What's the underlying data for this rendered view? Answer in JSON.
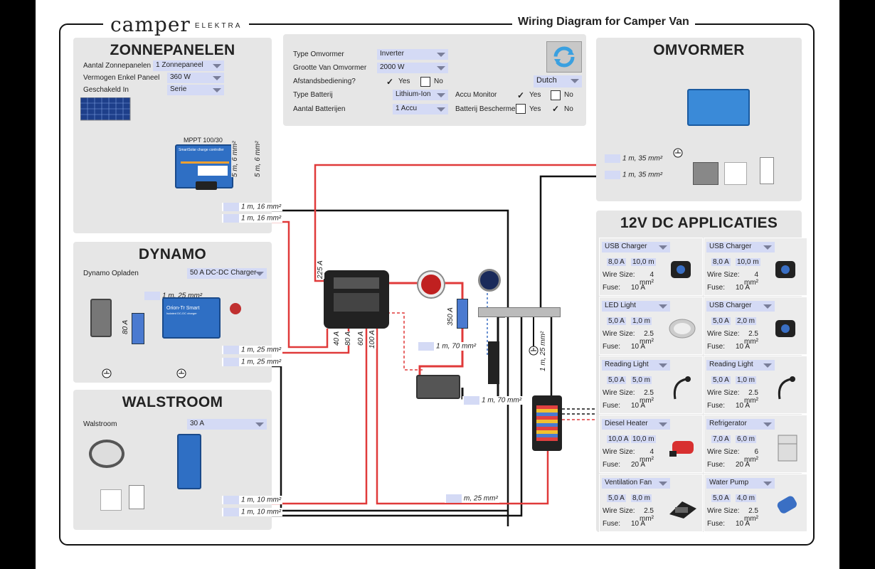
{
  "header": {
    "logo": "camper",
    "logo_sub": "ELEKTRA",
    "title": "Wiring Diagram for Camper Van"
  },
  "config": {
    "type_omvormer": {
      "label": "Type Omvormer",
      "value": "Inverter"
    },
    "grootte": {
      "label": "Grootte Van Omvormer",
      "value": "2000 W"
    },
    "afstand": {
      "label": "Afstandsbediening?",
      "yes": "Yes",
      "no": "No"
    },
    "language": "Dutch",
    "type_batterij": {
      "label": "Type Batterij",
      "value": "Lithium-Ion"
    },
    "aantal_batterijen": {
      "label": "Aantal Batterijen",
      "value": "1 Accu"
    },
    "accu_monitor": {
      "label": "Accu Monitor",
      "yes": "Yes",
      "no": "No"
    },
    "batterij_beschermen": {
      "label": "Batterij Beschermen",
      "yes": "Yes",
      "no": "No"
    }
  },
  "zonnepanelen": {
    "title": "ZONNEPANELEN",
    "rows": [
      {
        "label": "Aantal Zonnepanelen",
        "value": "1 Zonnepaneel"
      },
      {
        "label": "Vermogen Enkel Paneel",
        "value": "360 W"
      },
      {
        "label": "Geschakeld In",
        "value": "Serie"
      }
    ],
    "mppt": "MPPT 100/30",
    "mppt_brand": "SmartSolar charge controller",
    "wire_v1": "5 m, 6 mm²",
    "wire_v2": "5 m, 6 mm²",
    "wire_a": "1 m, 16 mm²",
    "wire_b": "1 m, 16 mm²"
  },
  "dynamo": {
    "title": "DYNAMO",
    "label": "Dynamo Opladen",
    "value": "50 A DC-DC Charger",
    "wire_top": "1 m, 25 mm²",
    "fuse": "80 A",
    "charger": "Orion-Tr Smart",
    "charger_sub": "Isolated DC-DC charger",
    "wire_a": "1 m, 25 mm²",
    "wire_b": "1 m, 25 mm²"
  },
  "walstroom": {
    "title": "WALSTROOM",
    "label": "Walstroom",
    "value": "30 A",
    "wire_a": "1 m, 10 mm²",
    "wire_b": "1 m, 10 mm²"
  },
  "omvormer": {
    "title": "OMVORMER",
    "wire_a": "1 m, 35 mm²",
    "wire_b": "1 m, 35 mm²"
  },
  "center": {
    "busbar_fuses": [
      "40 A",
      "80 A",
      "60 A",
      "100 A"
    ],
    "main_fuse": "225 A",
    "battery_fuse": "350 A",
    "wire_battery": "1 m, 70 mm²",
    "wire_battery2": "1 m, 70 mm²",
    "wire_dist": "1 m, 25 mm²",
    "wire_bottom": "m, 25 mm²"
  },
  "dc": {
    "title": "12V DC APPLICATIES",
    "wire_size_label": "Wire Size:",
    "fuse_label": "Fuse:",
    "cards": [
      {
        "name": "USB Charger",
        "amp": "8,0 A",
        "len": "10,0 m",
        "size": "4 mm²",
        "fuse": "10 A",
        "icon": "usb-charger-icon"
      },
      {
        "name": "USB Charger",
        "amp": "8,0 A",
        "len": "10,0 m",
        "size": "4 mm²",
        "fuse": "10 A",
        "icon": "usb-charger-icon"
      },
      {
        "name": "LED Light",
        "amp": "5,0 A",
        "len": "1,0 m",
        "size": "2.5 mm²",
        "fuse": "10 A",
        "icon": "led-light-icon"
      },
      {
        "name": "USB Charger",
        "amp": "5,0 A",
        "len": "2,0 m",
        "size": "2.5 mm²",
        "fuse": "10 A",
        "icon": "usb-charger-icon"
      },
      {
        "name": "Reading Light",
        "amp": "5,0 A",
        "len": "5,0 m",
        "size": "2.5 mm²",
        "fuse": "10 A",
        "icon": "reading-light-icon"
      },
      {
        "name": "Reading Light",
        "amp": "5,0 A",
        "len": "1,0 m",
        "size": "2.5 mm²",
        "fuse": "10 A",
        "icon": "reading-light-icon"
      },
      {
        "name": "Diesel Heater",
        "amp": "10,0 A",
        "len": "10,0 m",
        "size": "4 mm²",
        "fuse": "20 A",
        "icon": "diesel-heater-icon"
      },
      {
        "name": "Refrigerator",
        "amp": "7,0 A",
        "len": "6,0 m",
        "size": "6 mm²",
        "fuse": "20 A",
        "icon": "refrigerator-icon"
      },
      {
        "name": "Ventilation Fan",
        "amp": "5,0 A",
        "len": "8,0 m",
        "size": "2.5 mm²",
        "fuse": "10 A",
        "icon": "ventilation-fan-icon"
      },
      {
        "name": "Water Pump",
        "amp": "5,0 A",
        "len": "4,0 m",
        "size": "2.5 mm²",
        "fuse": "10 A",
        "icon": "water-pump-icon"
      }
    ]
  },
  "colors": {
    "red": "#e03a3a",
    "black": "#111111",
    "blue": "#3a6fc4",
    "green": "#4aa84a",
    "brown": "#8a4a1a",
    "panel": "#e6e6e6",
    "select": "#d4daf5"
  }
}
